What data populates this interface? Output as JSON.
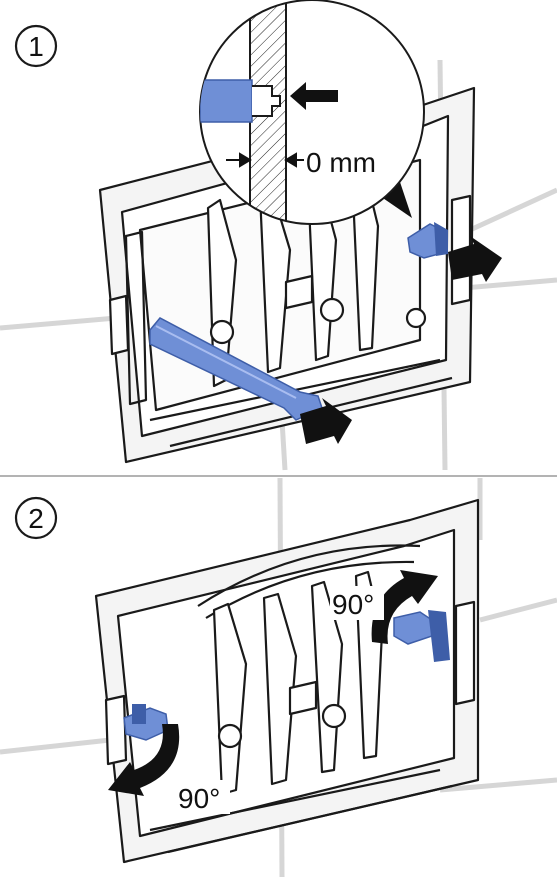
{
  "steps": [
    {
      "number": "1",
      "callouts": [
        {
          "text": "0 mm"
        }
      ]
    },
    {
      "number": "2",
      "callouts": [
        {
          "text": "90°"
        },
        {
          "text": "90°"
        }
      ]
    }
  ],
  "colors": {
    "accent": "#6f8fd6",
    "accent_dark": "#3e5ea8",
    "line": "#1a1a1a",
    "frame_fill": "#f4f4f4",
    "tile_grout": "#d6d6d6"
  }
}
